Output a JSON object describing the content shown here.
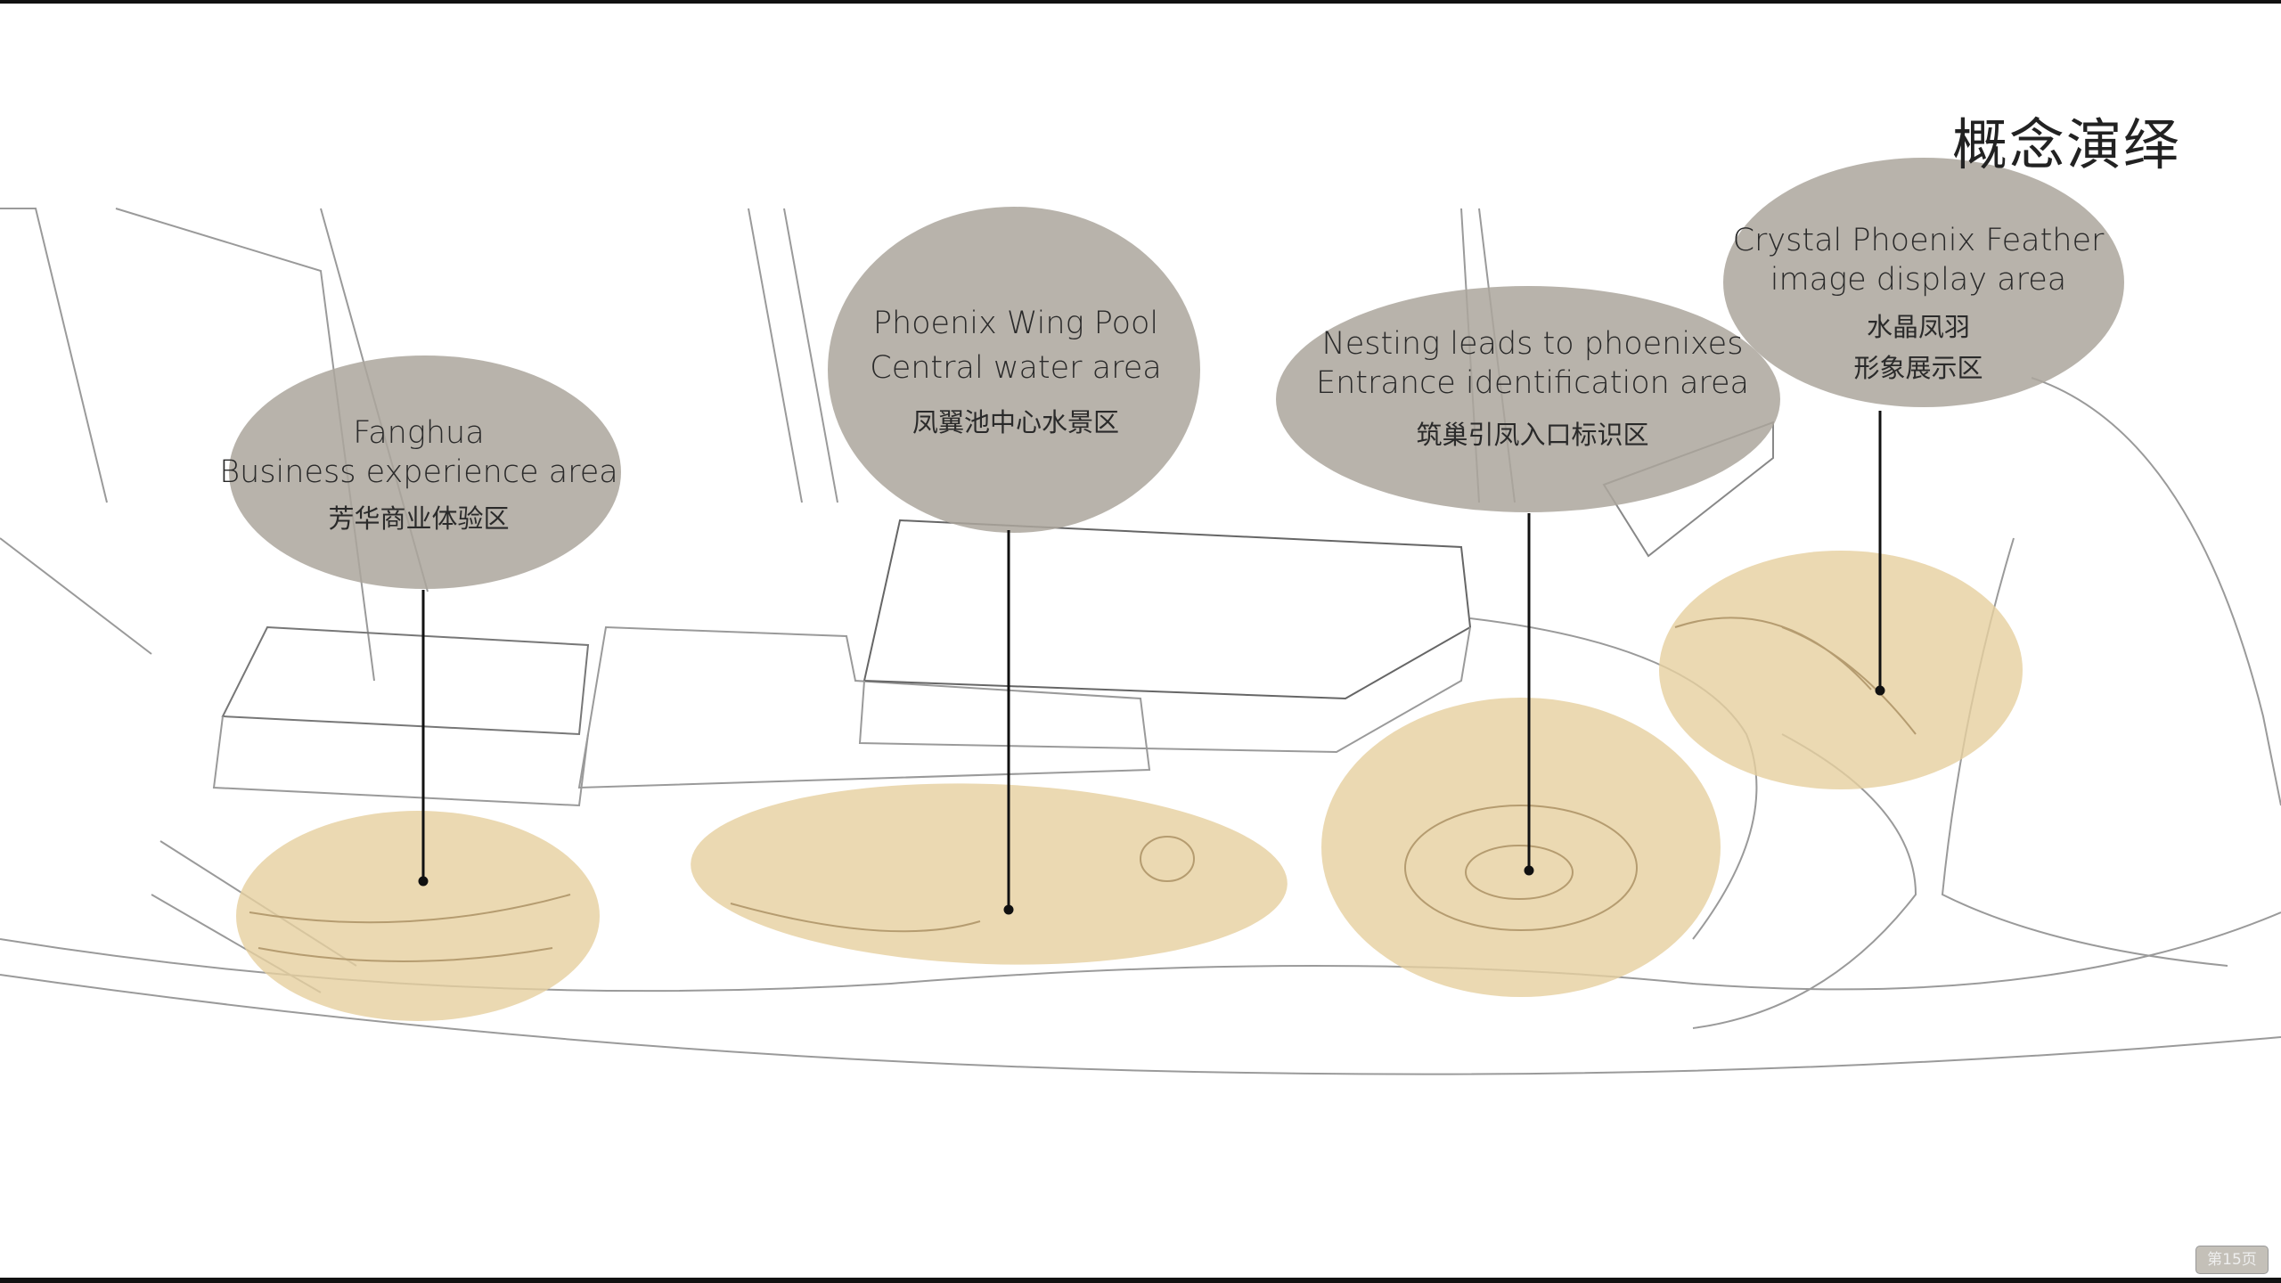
{
  "title": "概念演绎",
  "zones": [
    {
      "en": [
        "Fanghua",
        "Business experience area"
      ],
      "zh": [
        "芳华商业体验区"
      ]
    },
    {
      "en": [
        "Phoenix Wing Pool",
        "Central water area"
      ],
      "zh": [
        "凤翼池中心水景区"
      ]
    },
    {
      "en": [
        "Nesting leads to phoenixes",
        "Entrance identification area"
      ],
      "zh": [
        "筑巢引凤入口标识区"
      ]
    },
    {
      "en": [
        "Crystal Phoenix Feather",
        "image display area"
      ],
      "zh": [
        "水晶凤羽",
        "形象展示区"
      ]
    }
  ],
  "page_number": "第15页",
  "colors": {
    "label_bubble": "#aca69c",
    "zone_fill": "#e6cf9f",
    "leader_line": "#111111"
  }
}
